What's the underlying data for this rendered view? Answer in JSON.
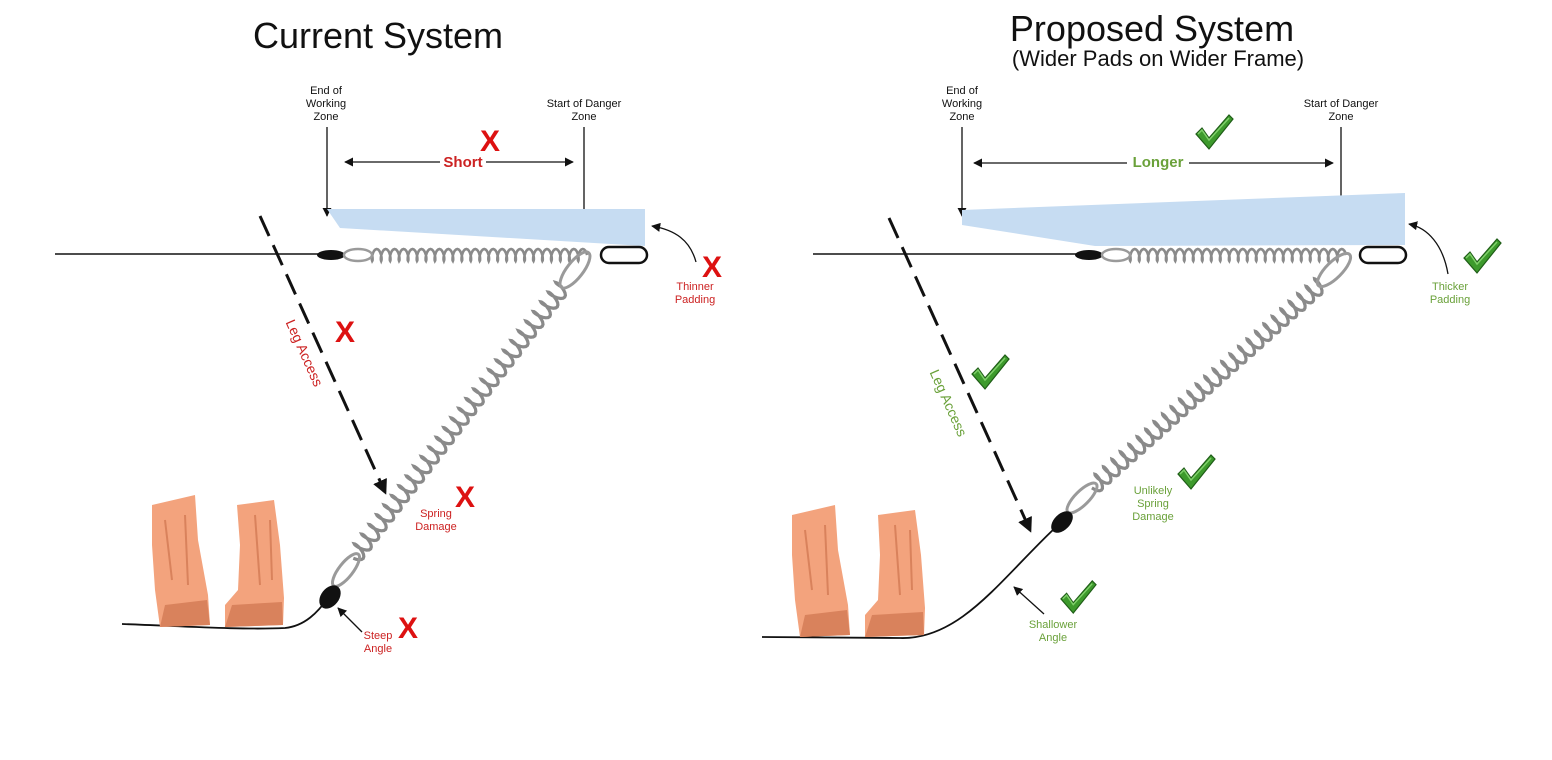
{
  "colors": {
    "red": "#cc2222",
    "x_red": "#dd1111",
    "green": "#6aa13a",
    "check_green": "#3d9a2c",
    "pad_blue": "#c6dcf2",
    "spring": "#8a8a8a",
    "foot": "#f3a37d",
    "foot_shadow": "#d9825c"
  },
  "icons": {
    "fail": "x-mark-icon",
    "pass": "check-mark-icon",
    "foot": "foot-illustration"
  },
  "x_mark_glyph": "X",
  "current": {
    "title": "Current System",
    "end_label": [
      "End of",
      "Working",
      "Zone"
    ],
    "start_label": [
      "Start of Danger",
      "Zone"
    ],
    "span_label": "Short",
    "padding_label": [
      "Thinner",
      "Padding"
    ],
    "leg_label": "Leg Access",
    "spring_label": [
      "Spring",
      "Damage"
    ],
    "angle_label": [
      "Steep",
      "Angle"
    ]
  },
  "proposed": {
    "title": "Proposed System",
    "subtitle": "(Wider Pads on Wider Frame)",
    "end_label": [
      "End of",
      "Working",
      "Zone"
    ],
    "start_label": [
      "Start of Danger",
      "Zone"
    ],
    "span_label": "Longer",
    "padding_label": [
      "Thicker",
      "Padding"
    ],
    "leg_label": "Leg Access",
    "spring_label": [
      "Unlikely",
      "Spring",
      "Damage"
    ],
    "angle_label": [
      "Shallower",
      "Angle"
    ]
  }
}
